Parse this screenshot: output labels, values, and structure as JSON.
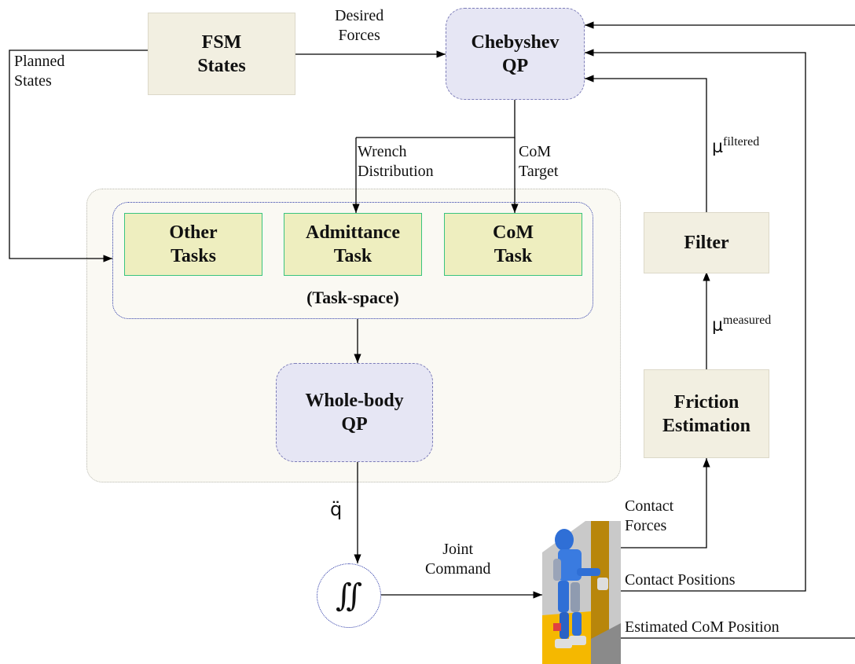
{
  "colors": {
    "beige_block": "#f2efe1",
    "qp_block": "#e6e6f4",
    "qp_border": "#7d7db8",
    "task_block": "#eeeebf",
    "task_border": "#39c47f",
    "inner_group_border": "#2d3aa8",
    "line": "#000000"
  },
  "blocks": {
    "fsm": "FSM\nStates",
    "chebyshev": "Chebyshev\nQP",
    "other_tasks": "Other\nTasks",
    "admittance": "Admittance\nTask",
    "com_task": "CoM\nTask",
    "task_space": "(Task-space)",
    "whole_body": "Whole-body\nQP",
    "filter": "Filter",
    "friction": "Friction\nEstimation"
  },
  "labels": {
    "desired_forces": "Desired\nForces",
    "planned_states": "Planned\nStates",
    "wrench_distribution": "Wrench\nDistribution",
    "com_target": "CoM\nTarget",
    "mu_filtered_base": "μ",
    "mu_filtered_sup": "filtered",
    "mu_measured_base": "μ",
    "mu_measured_sup": "measured",
    "qddot": "q̈",
    "joint_command": "Joint\nCommand",
    "contact_forces": "Contact\nForces",
    "contact_positions": "Contact Positions",
    "estimated_com": "Estimated CoM Position",
    "integrator_symbol": "∬"
  },
  "icons": {
    "robot": "humanoid-robot-icon"
  }
}
